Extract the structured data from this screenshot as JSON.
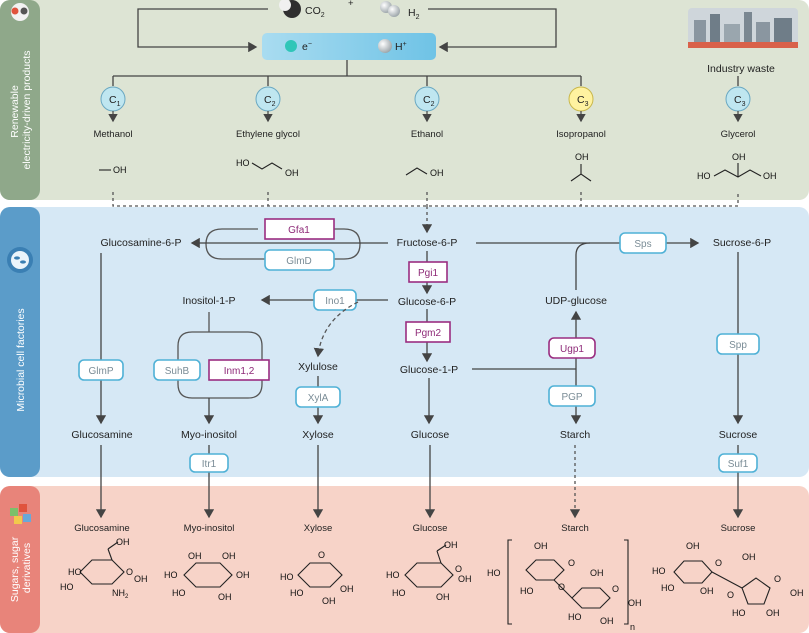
{
  "bands": {
    "top": "Renewable electricity-driven products",
    "middle": "Microbial cell factories",
    "bottom": "Sugars, sugar derivatives"
  },
  "inputs": {
    "co2": "CO",
    "co2_sub": "2",
    "plus": "+",
    "h2": "H",
    "h2_sub": "2",
    "electron": "e",
    "electron_sup": "−",
    "proton": "H",
    "proton_sup": "+",
    "industry_waste": "Industry waste"
  },
  "products": [
    {
      "carbon": "C",
      "carbon_sub": "1",
      "name": "Methanol",
      "formula": "OH"
    },
    {
      "carbon": "C",
      "carbon_sub": "2",
      "name": "Ethylene glycol",
      "formula": "OH"
    },
    {
      "carbon": "C",
      "carbon_sub": "2",
      "name": "Ethanol",
      "formula": "OH"
    },
    {
      "carbon": "C",
      "carbon_sub": "3",
      "name": "Isopropanol",
      "formula": "OH"
    },
    {
      "carbon": "C",
      "carbon_sub": "3",
      "name": "Glycerol",
      "formula": "OH"
    }
  ],
  "metabolites": {
    "glucosamine_6p": "Glucosamine-6-P",
    "fructose_6p": "Fructose-6-P",
    "sucrose_6p": "Sucrose-6-P",
    "inositol_1p": "Inositol-1-P",
    "glucose_6p": "Glucose-6-P",
    "udp_glucose": "UDP-glucose",
    "xylulose": "Xylulose",
    "glucose_1p": "Glucose-1-P",
    "glucosamine": "Glucosamine",
    "myo_inositol": "Myo-inositol",
    "xylose": "Xylose",
    "glucose": "Glucose",
    "starch": "Starch",
    "sucrose": "Sucrose"
  },
  "enzymes": {
    "gfa1": "Gfa1",
    "glmd": "GlmD",
    "sps": "Sps",
    "pgi1": "Pgi1",
    "ino1": "Ino1",
    "pgm2": "Pgm2",
    "ugp1": "Ugp1",
    "glmp": "GlmP",
    "suhb": "SuhB",
    "inm12": "Inm1,2",
    "xyla": "XylA",
    "pgp": "PGP",
    "spp": "Spp",
    "itr1": "Itr1",
    "suf1": "Suf1"
  },
  "final_products": [
    "Glucosamine",
    "Myo-inositol",
    "Xylose",
    "Glucose",
    "Starch",
    "Sucrose"
  ],
  "structure_labels": {
    "oh": "OH",
    "ho": "HO",
    "nh2": "NH",
    "nh2_sub": "2",
    "o": "O",
    "n": "n"
  },
  "colors": {
    "top_band": "#dde4d4",
    "middle_band": "#d6e8f5",
    "bottom_band": "#f7d3c8",
    "top_strip": "#8fa88a",
    "middle_strip": "#5b9cc9",
    "bottom_strip": "#e8847a",
    "enzyme_blue": "#4fb1d6",
    "enzyme_purple": "#9a2d80",
    "carbon_bubble": "#bfe6f0",
    "c3_bubble": "#fff2a0"
  }
}
